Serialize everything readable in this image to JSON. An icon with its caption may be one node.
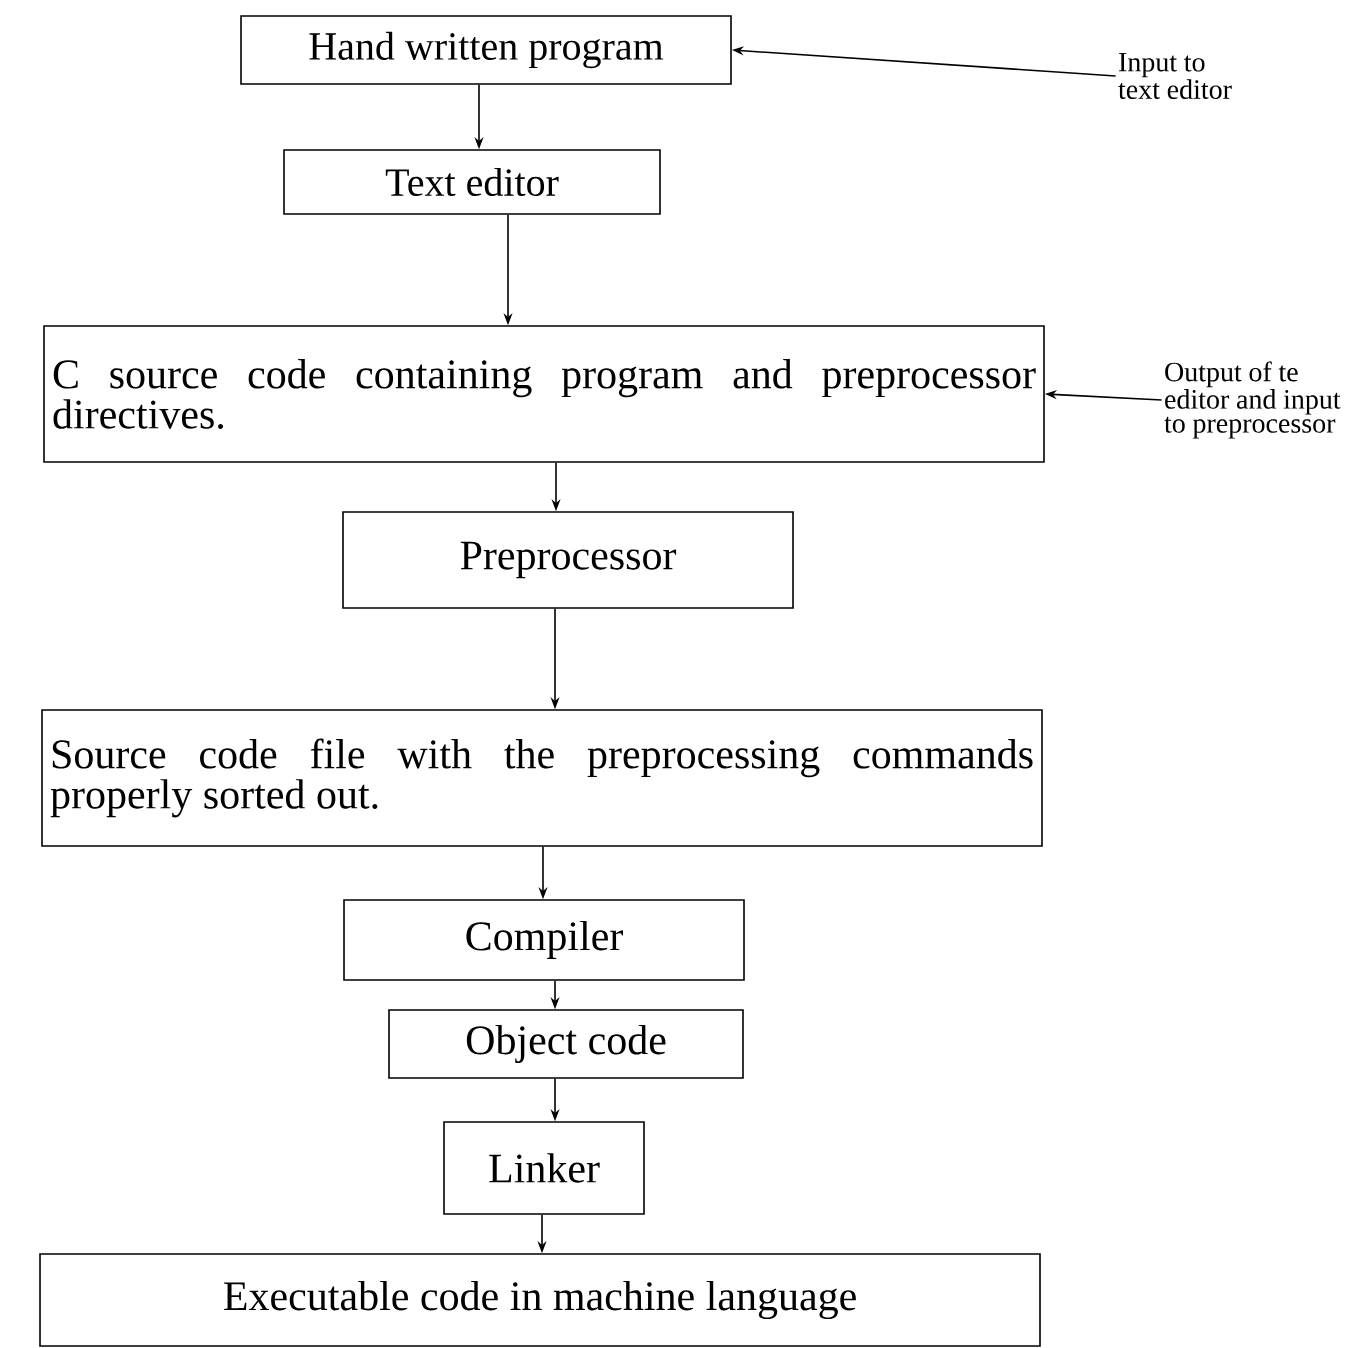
{
  "diagram": {
    "nodes": [
      {
        "text": [
          "Hand written program"
        ]
      },
      {
        "text": [
          "Text editor"
        ]
      },
      {
        "text": [
          "C source code containing program and preprocessor directives."
        ]
      },
      {
        "text": [
          "Preprocessor"
        ]
      },
      {
        "text": [
          "Source code file with the preprocessing commands properly sorted out."
        ]
      },
      {
        "text": [
          "Compiler"
        ]
      },
      {
        "text": [
          "Object code"
        ]
      },
      {
        "text": [
          "Linker"
        ]
      },
      {
        "text": [
          "Executable code in machine language"
        ]
      },
      {
        "text": [
          "Input to text editor"
        ]
      },
      {
        "text": [
          "Output of te editor and input to preprocessor"
        ]
      }
    ],
    "edges": [
      {
        "from": 0,
        "to": 1,
        "arrow": "to"
      },
      {
        "from": 1,
        "to": 2,
        "arrow": "to"
      },
      {
        "from": 2,
        "to": 3,
        "arrow": "to"
      },
      {
        "from": 3,
        "to": 4,
        "arrow": "to"
      },
      {
        "from": 4,
        "to": 5,
        "arrow": "to"
      },
      {
        "from": 5,
        "to": 6,
        "arrow": "to"
      },
      {
        "from": 6,
        "to": 7,
        "arrow": "to"
      },
      {
        "from": 7,
        "to": 8,
        "arrow": "to"
      },
      {
        "from": 9,
        "to": 0,
        "arrow": "to"
      },
      {
        "from": 10,
        "to": 2,
        "arrow": "to"
      }
    ]
  }
}
